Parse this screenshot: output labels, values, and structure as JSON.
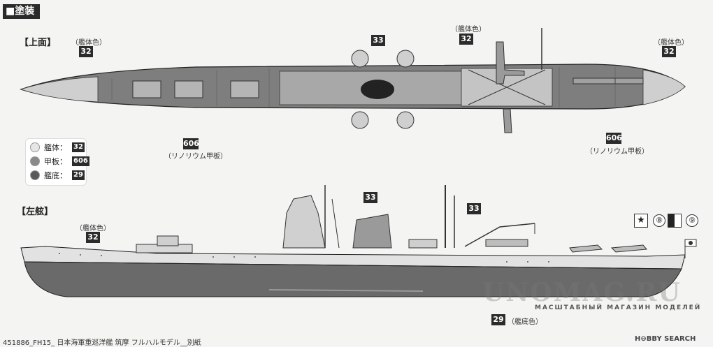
{
  "section_title": "■塗装",
  "top_view": {
    "title": "【上面】",
    "labels": [
      {
        "text": "（艦体色）",
        "code": "32"
      },
      {
        "text": "（艦体色）",
        "code": "32"
      },
      {
        "text": "（艦体色）",
        "code": "32"
      },
      {
        "text": "（リノリウム甲板）",
        "code": "606"
      },
      {
        "text": "（リノリウム甲板）",
        "code": "606"
      }
    ],
    "center_code": "33"
  },
  "legend": {
    "items": [
      {
        "label": "艦体：",
        "code": "32",
        "color": "#e6e6e6"
      },
      {
        "label": "甲板：",
        "code": "606",
        "color": "#8a8a8a"
      },
      {
        "label": "艦底：",
        "code": "29",
        "color": "#5a5a5a"
      }
    ]
  },
  "side_view": {
    "title": "【左舷】",
    "hull_label": "（艦体色）",
    "hull_code": "32",
    "funnel_code": "33",
    "mast_code": "33",
    "bottom_label": "（艦底色）",
    "bottom_code": "29",
    "marks": [
      "⑧",
      "⑨"
    ]
  },
  "footer": "451886_FH15_ 日本海軍重巡洋艦 筑摩 フルハルモデル__別紙",
  "watermark": "UNOMAG.RU",
  "watermark_sub": "МАСШТАБНЫЙ МАГАЗИН МОДЕЛЕЙ",
  "hobby_search": "H⊖BBY SEARCH"
}
